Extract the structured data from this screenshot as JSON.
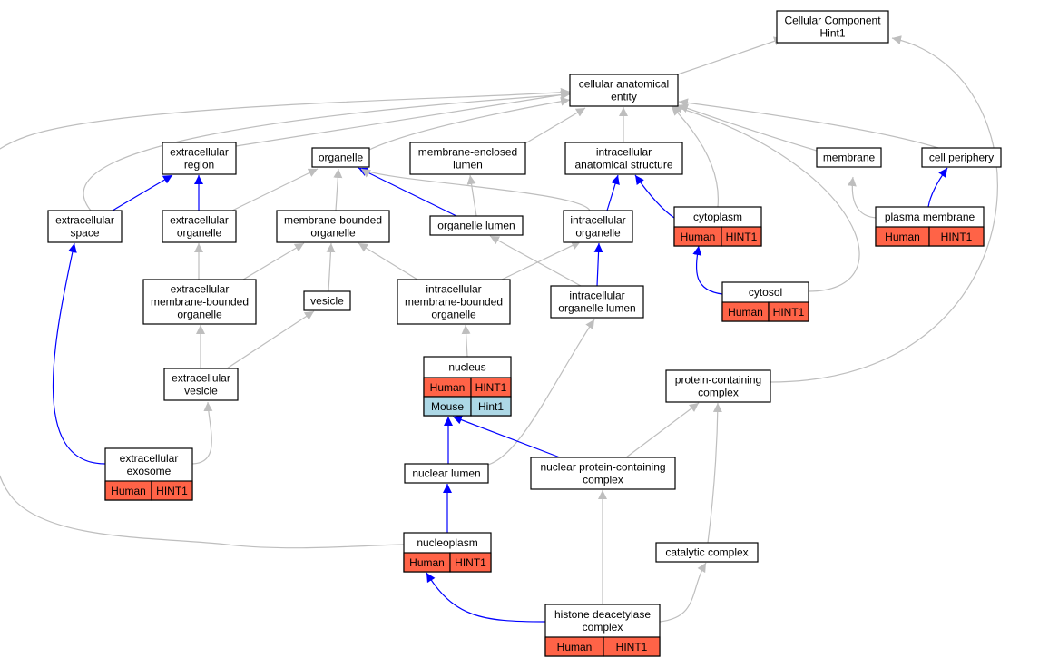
{
  "colors": {
    "human": "#ff6347",
    "mouse": "#add8e6",
    "edge_is_a": "#bebebe",
    "edge_part_of": "#0000ff"
  },
  "nodes": {
    "root": {
      "lines": [
        "Cellular Component",
        "Hint1"
      ]
    },
    "cae": {
      "lines": [
        "cellular anatomical",
        "entity"
      ]
    },
    "ecr": {
      "lines": [
        "extracellular",
        "region"
      ]
    },
    "organelle": {
      "lines": [
        "organelle"
      ]
    },
    "mel": {
      "lines": [
        "membrane-enclosed",
        "lumen"
      ]
    },
    "ias": {
      "lines": [
        "intracellular",
        "anatomical structure"
      ]
    },
    "membrane": {
      "lines": [
        "membrane"
      ]
    },
    "cellper": {
      "lines": [
        "cell periphery"
      ]
    },
    "ecs": {
      "lines": [
        "extracellular",
        "space"
      ]
    },
    "eco": {
      "lines": [
        "extracellular",
        "organelle"
      ]
    },
    "mbo": {
      "lines": [
        "membrane-bounded",
        "organelle"
      ]
    },
    "olumen": {
      "lines": [
        "organelle lumen"
      ]
    },
    "io": {
      "lines": [
        "intracellular",
        "organelle"
      ]
    },
    "cytoplasm": {
      "lines": [
        "cytoplasm"
      ],
      "cells": [
        [
          "Human",
          "HINT1"
        ]
      ]
    },
    "pm": {
      "lines": [
        "plasma membrane"
      ],
      "cells": [
        [
          "Human",
          "HINT1"
        ]
      ]
    },
    "embo": {
      "lines": [
        "extracellular",
        "membrane-bounded",
        "organelle"
      ]
    },
    "vesicle": {
      "lines": [
        "vesicle"
      ]
    },
    "imbo": {
      "lines": [
        "intracellular",
        "membrane-bounded",
        "organelle"
      ]
    },
    "iol": {
      "lines": [
        "intracellular",
        "organelle lumen"
      ]
    },
    "cytosol": {
      "lines": [
        "cytosol"
      ],
      "cells": [
        [
          "Human",
          "HINT1"
        ]
      ]
    },
    "ev": {
      "lines": [
        "extracellular",
        "vesicle"
      ]
    },
    "nucleus": {
      "lines": [
        "nucleus"
      ],
      "cells": [
        [
          "Human",
          "HINT1"
        ],
        [
          "Mouse",
          "Hint1"
        ]
      ]
    },
    "pcc": {
      "lines": [
        "protein-containing",
        "complex"
      ]
    },
    "exosome": {
      "lines": [
        "extracellular",
        "exosome"
      ],
      "cells": [
        [
          "Human",
          "HINT1"
        ]
      ]
    },
    "nlumen": {
      "lines": [
        "nuclear lumen"
      ]
    },
    "npcc": {
      "lines": [
        "nuclear protein-containing",
        "complex"
      ]
    },
    "nucleoplasm": {
      "lines": [
        "nucleoplasm"
      ],
      "cells": [
        [
          "Human",
          "HINT1"
        ]
      ]
    },
    "catcomplex": {
      "lines": [
        "catalytic complex"
      ]
    },
    "hdac": {
      "lines": [
        "histone deacetylase",
        "complex"
      ],
      "cells": [
        [
          "Human",
          "HINT1"
        ]
      ]
    }
  },
  "edges": [
    {
      "from": "cae",
      "to": "root",
      "type": "is_a"
    },
    {
      "from": "pcc",
      "to": "root",
      "type": "is_a"
    },
    {
      "from": "ecr",
      "to": "cae",
      "type": "is_a"
    },
    {
      "from": "organelle",
      "to": "cae",
      "type": "is_a"
    },
    {
      "from": "mel",
      "to": "cae",
      "type": "is_a"
    },
    {
      "from": "ias",
      "to": "cae",
      "type": "is_a"
    },
    {
      "from": "membrane",
      "to": "cae",
      "type": "is_a"
    },
    {
      "from": "cellper",
      "to": "cae",
      "type": "is_a"
    },
    {
      "from": "ecs",
      "to": "cae",
      "type": "is_a"
    },
    {
      "from": "cytoplasm",
      "to": "cae",
      "type": "is_a"
    },
    {
      "from": "cytosol",
      "to": "cae",
      "type": "is_a"
    },
    {
      "from": "nucleoplasm",
      "to": "cae",
      "type": "is_a"
    },
    {
      "from": "ecs",
      "to": "ecr",
      "type": "part_of"
    },
    {
      "from": "eco",
      "to": "ecr",
      "type": "part_of"
    },
    {
      "from": "eco",
      "to": "organelle",
      "type": "is_a"
    },
    {
      "from": "mbo",
      "to": "organelle",
      "type": "is_a"
    },
    {
      "from": "olumen",
      "to": "organelle",
      "type": "part_of"
    },
    {
      "from": "io",
      "to": "organelle",
      "type": "is_a"
    },
    {
      "from": "olumen",
      "to": "mel",
      "type": "is_a"
    },
    {
      "from": "io",
      "to": "ias",
      "type": "part_of"
    },
    {
      "from": "cytoplasm",
      "to": "ias",
      "type": "part_of"
    },
    {
      "from": "pm",
      "to": "membrane",
      "type": "is_a"
    },
    {
      "from": "pm",
      "to": "cellper",
      "type": "part_of"
    },
    {
      "from": "embo",
      "to": "eco",
      "type": "is_a"
    },
    {
      "from": "embo",
      "to": "mbo",
      "type": "is_a"
    },
    {
      "from": "vesicle",
      "to": "mbo",
      "type": "is_a"
    },
    {
      "from": "imbo",
      "to": "mbo",
      "type": "is_a"
    },
    {
      "from": "imbo",
      "to": "io",
      "type": "is_a"
    },
    {
      "from": "iol",
      "to": "olumen",
      "type": "is_a"
    },
    {
      "from": "iol",
      "to": "io",
      "type": "part_of"
    },
    {
      "from": "cytosol",
      "to": "cytoplasm",
      "type": "part_of"
    },
    {
      "from": "ev",
      "to": "embo",
      "type": "is_a"
    },
    {
      "from": "ev",
      "to": "vesicle",
      "type": "is_a"
    },
    {
      "from": "exosome",
      "to": "ev",
      "type": "is_a"
    },
    {
      "from": "exosome",
      "to": "ecs",
      "type": "part_of"
    },
    {
      "from": "nucleus",
      "to": "imbo",
      "type": "is_a"
    },
    {
      "from": "nlumen",
      "to": "nucleus",
      "type": "part_of"
    },
    {
      "from": "nlumen",
      "to": "iol",
      "type": "is_a"
    },
    {
      "from": "npcc",
      "to": "nucleus",
      "type": "part_of"
    },
    {
      "from": "npcc",
      "to": "pcc",
      "type": "is_a"
    },
    {
      "from": "nucleoplasm",
      "to": "nlumen",
      "type": "part_of"
    },
    {
      "from": "catcomplex",
      "to": "pcc",
      "type": "is_a"
    },
    {
      "from": "hdac",
      "to": "nucleoplasm",
      "type": "part_of"
    },
    {
      "from": "hdac",
      "to": "npcc",
      "type": "is_a"
    },
    {
      "from": "hdac",
      "to": "catcomplex",
      "type": "is_a"
    }
  ]
}
